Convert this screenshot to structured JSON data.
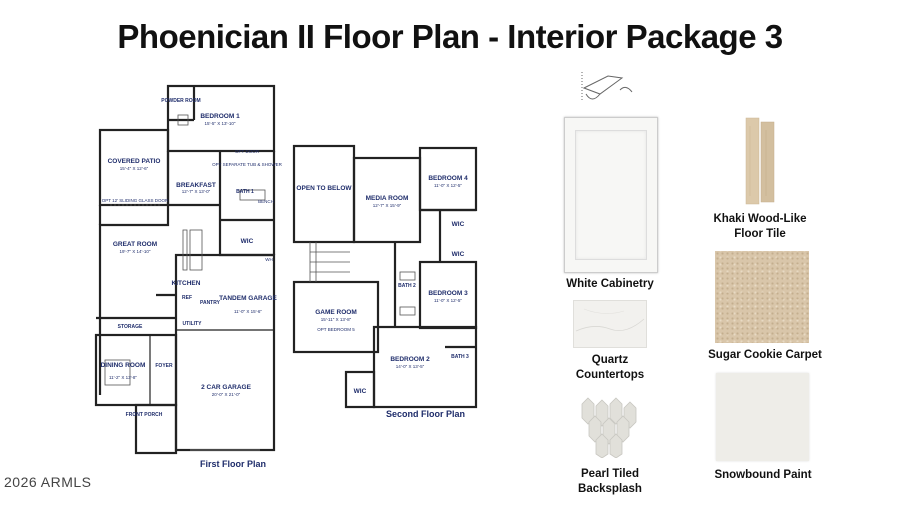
{
  "title": "Phoenician II Floor Plan - Interior Package 3",
  "copyright": "2026 ARMLS",
  "first_floor": {
    "label": "First Floor Plan",
    "rooms": [
      {
        "name": "BEDROOM 1",
        "dim": "15'-5\" X 13'-10\""
      },
      {
        "name": "POWDER ROOM",
        "dim": ""
      },
      {
        "name": "COVERED PATIO",
        "dim": "15'-4\" X 12'-6\""
      },
      {
        "name": "BREAKFAST",
        "dim": "12'-7\" X 13'-0\""
      },
      {
        "name": "BATH 1",
        "dim": ""
      },
      {
        "name": "GREAT ROOM",
        "dim": "19'-7\" X 14'-10\""
      },
      {
        "name": "WIC",
        "dim": ""
      },
      {
        "name": "KITCHEN",
        "dim": ""
      },
      {
        "name": "TANDEM GARAGE",
        "dim": "11'-0\" X 15'-6\""
      },
      {
        "name": "STORAGE",
        "dim": ""
      },
      {
        "name": "UTILITY",
        "dim": ""
      },
      {
        "name": "PANTRY",
        "dim": ""
      },
      {
        "name": "REF",
        "dim": ""
      },
      {
        "name": "DINING ROOM",
        "dim": "11'-2\" X 13'-8\""
      },
      {
        "name": "FOYER",
        "dim": ""
      },
      {
        "name": "2 CAR GARAGE",
        "dim": "20'-0\" X 21'-0\""
      },
      {
        "name": "FRONT PORCH",
        "dim": ""
      }
    ],
    "notes": [
      "OPT 12' SLIDING GLASS DOOR",
      "OPT DOOR",
      "OPT SEPARATE TUB & SHOWER",
      "BENCH",
      "WH"
    ]
  },
  "second_floor": {
    "label": "Second Floor Plan",
    "rooms": [
      {
        "name": "OPEN TO BELOW",
        "dim": ""
      },
      {
        "name": "MEDIA ROOM",
        "dim": "12'-7\" X 15'-9\""
      },
      {
        "name": "BEDROOM 4",
        "dim": "11'-0\" X 12'-5\""
      },
      {
        "name": "WIC",
        "dim": ""
      },
      {
        "name": "WIC",
        "dim": ""
      },
      {
        "name": "BATH 2",
        "dim": ""
      },
      {
        "name": "BEDROOM 3",
        "dim": "11'-0\" X 12'-5\""
      },
      {
        "name": "GAME ROOM",
        "dim": "15'-11\" X 13'-8\""
      },
      {
        "name": "OPT BEDROOM 5",
        "dim": ""
      },
      {
        "name": "BEDROOM 2",
        "dim": "14'-0\" X 13'-5\""
      },
      {
        "name": "BATH 3",
        "dim": ""
      },
      {
        "name": "WIC",
        "dim": ""
      }
    ]
  },
  "swatches": {
    "cabinetry": {
      "label": "White Cabinetry",
      "color": "#f7f7f5"
    },
    "floor_tile": {
      "label_line1": "Khaki Wood-Like",
      "label_line2": "Floor Tile",
      "color": "#d8c6a8"
    },
    "countertops": {
      "label_line1": "Quartz",
      "label_line2": "Countertops",
      "color": "#f2f1ee"
    },
    "carpet": {
      "label": "Sugar Cookie Carpet",
      "color": "#d9c6aa"
    },
    "backsplash": {
      "label_line1": "Pearl Tiled",
      "label_line2": "Backsplash",
      "color": "#e1e0da"
    },
    "paint": {
      "label": "Snowbound Paint",
      "color": "#eeede8"
    }
  }
}
